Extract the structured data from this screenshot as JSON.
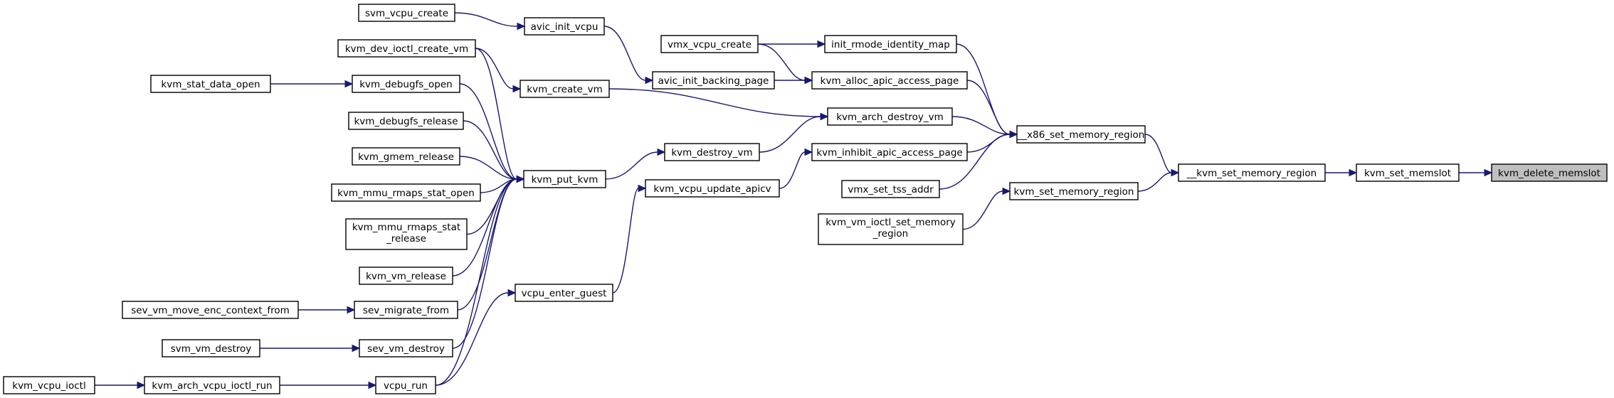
{
  "graph": {
    "title": "",
    "edge_color": "#191970",
    "focus_fill": "#bfbfbf",
    "nodes": [
      {
        "id": "delete_memslot",
        "label": "kvm_delete_memslot",
        "focus": true
      },
      {
        "id": "set_memslot",
        "label": "kvm_set_memslot"
      },
      {
        "id": "__kvm_set_memory_region",
        "label": "__kvm_set_memory_region"
      },
      {
        "id": "__x86_set_memory_region",
        "label": "__x86_set_memory_region"
      },
      {
        "id": "kvm_set_memory_region",
        "label": "kvm_set_memory_region"
      },
      {
        "id": "kvm_vm_ioctl_set_memory_region",
        "lines": [
          "kvm_vm_ioctl_set_memory",
          "_region"
        ]
      },
      {
        "id": "init_rmode_identity_map",
        "label": "init_rmode_identity_map"
      },
      {
        "id": "kvm_alloc_apic_access_page",
        "label": "kvm_alloc_apic_access_page"
      },
      {
        "id": "kvm_arch_destroy_vm",
        "label": "kvm_arch_destroy_vm"
      },
      {
        "id": "kvm_inhibit_apic_access_page",
        "label": "kvm_inhibit_apic_access_page"
      },
      {
        "id": "vmx_set_tss_addr",
        "label": "vmx_set_tss_addr"
      },
      {
        "id": "vmx_vcpu_create",
        "label": "vmx_vcpu_create"
      },
      {
        "id": "avic_init_backing_page",
        "label": "avic_init_backing_page"
      },
      {
        "id": "avic_init_vcpu",
        "label": "avic_init_vcpu"
      },
      {
        "id": "svm_vcpu_create",
        "label": "svm_vcpu_create"
      },
      {
        "id": "kvm_destroy_vm",
        "label": "kvm_destroy_vm"
      },
      {
        "id": "kvm_vcpu_update_apicv",
        "label": "kvm_vcpu_update_apicv"
      },
      {
        "id": "vcpu_enter_guest",
        "label": "vcpu_enter_guest"
      },
      {
        "id": "kvm_create_vm",
        "label": "kvm_create_vm"
      },
      {
        "id": "kvm_put_kvm",
        "label": "kvm_put_kvm"
      },
      {
        "id": "kvm_dev_ioctl_create_vm",
        "label": "kvm_dev_ioctl_create_vm"
      },
      {
        "id": "kvm_debugfs_open",
        "label": "kvm_debugfs_open"
      },
      {
        "id": "kvm_stat_data_open",
        "label": "kvm_stat_data_open"
      },
      {
        "id": "kvm_debugfs_release",
        "label": "kvm_debugfs_release"
      },
      {
        "id": "kvm_gmem_release",
        "label": "kvm_gmem_release"
      },
      {
        "id": "kvm_mmu_rmaps_stat_open",
        "label": "kvm_mmu_rmaps_stat_open"
      },
      {
        "id": "kvm_mmu_rmaps_stat_release",
        "lines": [
          "kvm_mmu_rmaps_stat",
          "_release"
        ]
      },
      {
        "id": "kvm_vm_release",
        "label": "kvm_vm_release"
      },
      {
        "id": "sev_migrate_from",
        "label": "sev_migrate_from"
      },
      {
        "id": "sev_vm_move_enc_context_from",
        "label": "sev_vm_move_enc_context_from"
      },
      {
        "id": "sev_vm_destroy",
        "label": "sev_vm_destroy"
      },
      {
        "id": "svm_vm_destroy",
        "label": "svm_vm_destroy"
      },
      {
        "id": "vcpu_run",
        "label": "vcpu_run"
      },
      {
        "id": "kvm_arch_vcpu_ioctl_run",
        "label": "kvm_arch_vcpu_ioctl_run"
      },
      {
        "id": "kvm_vcpu_ioctl",
        "label": "kvm_vcpu_ioctl"
      }
    ],
    "edges": [
      {
        "from": "set_memslot",
        "to": "delete_memslot"
      },
      {
        "from": "__kvm_set_memory_region",
        "to": "set_memslot"
      },
      {
        "from": "__x86_set_memory_region",
        "to": "__kvm_set_memory_region"
      },
      {
        "from": "kvm_set_memory_region",
        "to": "__kvm_set_memory_region"
      },
      {
        "from": "kvm_vm_ioctl_set_memory_region",
        "to": "kvm_set_memory_region"
      },
      {
        "from": "init_rmode_identity_map",
        "to": "__x86_set_memory_region"
      },
      {
        "from": "kvm_alloc_apic_access_page",
        "to": "__x86_set_memory_region"
      },
      {
        "from": "kvm_arch_destroy_vm",
        "to": "__x86_set_memory_region"
      },
      {
        "from": "kvm_inhibit_apic_access_page",
        "to": "__x86_set_memory_region"
      },
      {
        "from": "vmx_set_tss_addr",
        "to": "__x86_set_memory_region"
      },
      {
        "from": "vmx_vcpu_create",
        "to": "init_rmode_identity_map"
      },
      {
        "from": "vmx_vcpu_create",
        "to": "kvm_alloc_apic_access_page"
      },
      {
        "from": "avic_init_backing_page",
        "to": "kvm_alloc_apic_access_page"
      },
      {
        "from": "avic_init_vcpu",
        "to": "avic_init_backing_page"
      },
      {
        "from": "svm_vcpu_create",
        "to": "avic_init_vcpu"
      },
      {
        "from": "kvm_create_vm",
        "to": "kvm_arch_destroy_vm"
      },
      {
        "from": "kvm_destroy_vm",
        "to": "kvm_arch_destroy_vm"
      },
      {
        "from": "kvm_vcpu_update_apicv",
        "to": "kvm_inhibit_apic_access_page"
      },
      {
        "from": "vcpu_enter_guest",
        "to": "kvm_vcpu_update_apicv"
      },
      {
        "from": "kvm_put_kvm",
        "to": "kvm_destroy_vm"
      },
      {
        "from": "vcpu_run",
        "to": "vcpu_enter_guest"
      },
      {
        "from": "kvm_dev_ioctl_create_vm",
        "to": "kvm_create_vm"
      },
      {
        "from": "kvm_dev_ioctl_create_vm",
        "to": "kvm_put_kvm"
      },
      {
        "from": "kvm_debugfs_open",
        "to": "kvm_put_kvm"
      },
      {
        "from": "kvm_stat_data_open",
        "to": "kvm_debugfs_open"
      },
      {
        "from": "kvm_debugfs_release",
        "to": "kvm_put_kvm"
      },
      {
        "from": "kvm_gmem_release",
        "to": "kvm_put_kvm"
      },
      {
        "from": "kvm_mmu_rmaps_stat_open",
        "to": "kvm_put_kvm"
      },
      {
        "from": "kvm_mmu_rmaps_stat_release",
        "to": "kvm_put_kvm"
      },
      {
        "from": "kvm_vm_release",
        "to": "kvm_put_kvm"
      },
      {
        "from": "sev_migrate_from",
        "to": "kvm_put_kvm"
      },
      {
        "from": "sev_vm_destroy",
        "to": "kvm_put_kvm"
      },
      {
        "from": "vcpu_run",
        "to": "kvm_put_kvm"
      },
      {
        "from": "sev_vm_move_enc_context_from",
        "to": "sev_migrate_from"
      },
      {
        "from": "svm_vm_destroy",
        "to": "sev_vm_destroy"
      },
      {
        "from": "kvm_arch_vcpu_ioctl_run",
        "to": "vcpu_run"
      },
      {
        "from": "kvm_vcpu_ioctl",
        "to": "kvm_arch_vcpu_ioctl_run"
      }
    ]
  }
}
